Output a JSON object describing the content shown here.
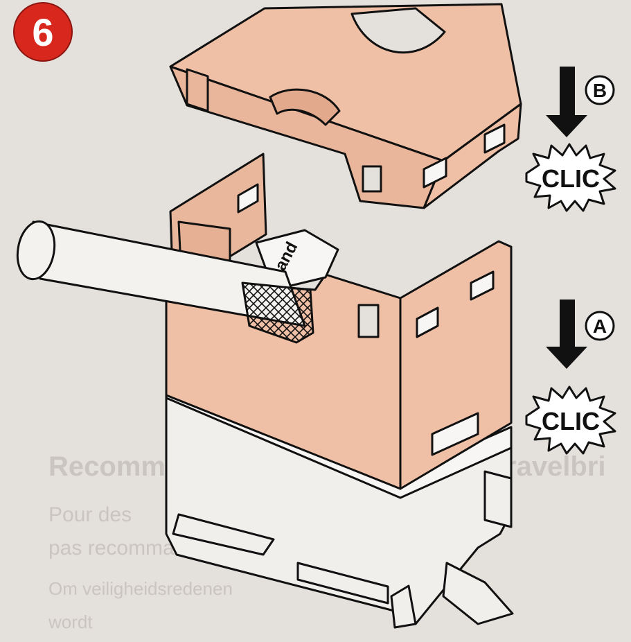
{
  "step": {
    "number": "6",
    "badge_color": "#d8281e"
  },
  "markers": {
    "b": {
      "letter": "B",
      "sound": "CLIC"
    },
    "a": {
      "letter": "A",
      "sound": "CLIC"
    }
  },
  "cable": {
    "label": "and"
  },
  "background_text": {
    "heading": "Recommandations",
    "heading_tail": "ravelbri",
    "line1": "Pour des",
    "line2": "pas recommandé",
    "line3": "Om veiligheidsredenen",
    "line4": "wordt"
  },
  "colors": {
    "part_fill": "#efc0a6",
    "module_fill": "#f1efec",
    "outline": "#111111",
    "paper": "#e4e0dc"
  }
}
